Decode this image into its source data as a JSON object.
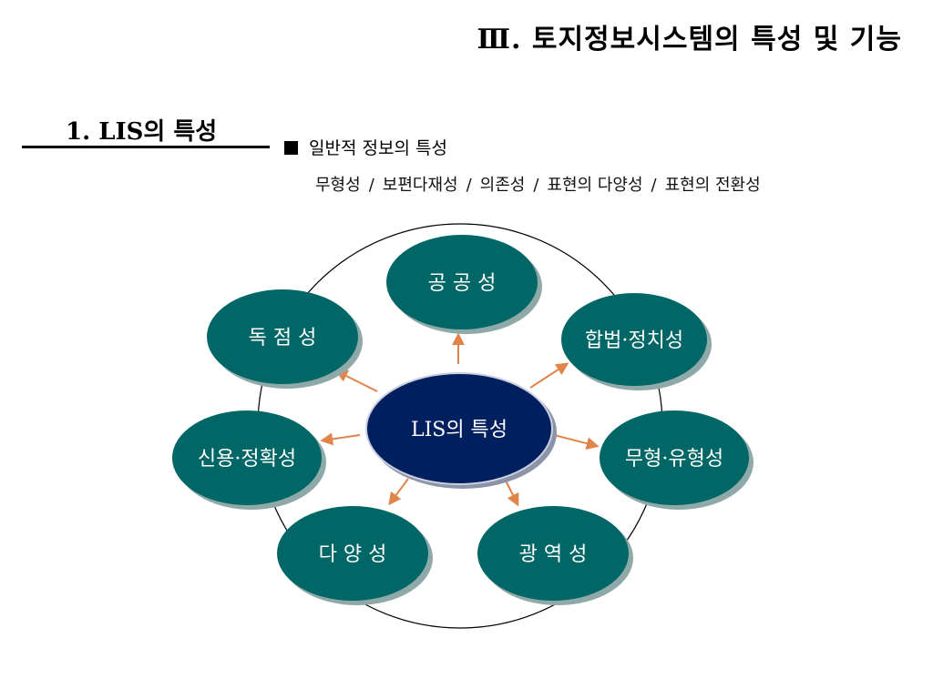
{
  "slide": {
    "title": "Ⅲ. 토지정보시스템의 특성 및 기능",
    "section_heading": "1.  LIS의 특성",
    "bullet": {
      "label": "일반적  정보의  특성",
      "items": [
        "무형성",
        "보편다재성",
        "의존성",
        "표현의  다양성",
        "표현의  전환성"
      ],
      "separator": "/"
    }
  },
  "diagram": {
    "center": "LIS의 특성",
    "nodes": [
      {
        "id": "public",
        "label": "공 공 성"
      },
      {
        "id": "legal",
        "label": "합법·정치성"
      },
      {
        "id": "tangible",
        "label": "무형·유형성"
      },
      {
        "id": "wide",
        "label": "광 역 성"
      },
      {
        "id": "diverse",
        "label": "다 양 성"
      },
      {
        "id": "trust",
        "label": "신용·정확성"
      },
      {
        "id": "monopoly",
        "label": "독 점 성"
      }
    ],
    "colors": {
      "node_fill": "#006666",
      "node_shadow": "#8fa8a8",
      "center_fill": "#001f5f",
      "arrow": "#e0844a",
      "ring": "#000000"
    }
  }
}
